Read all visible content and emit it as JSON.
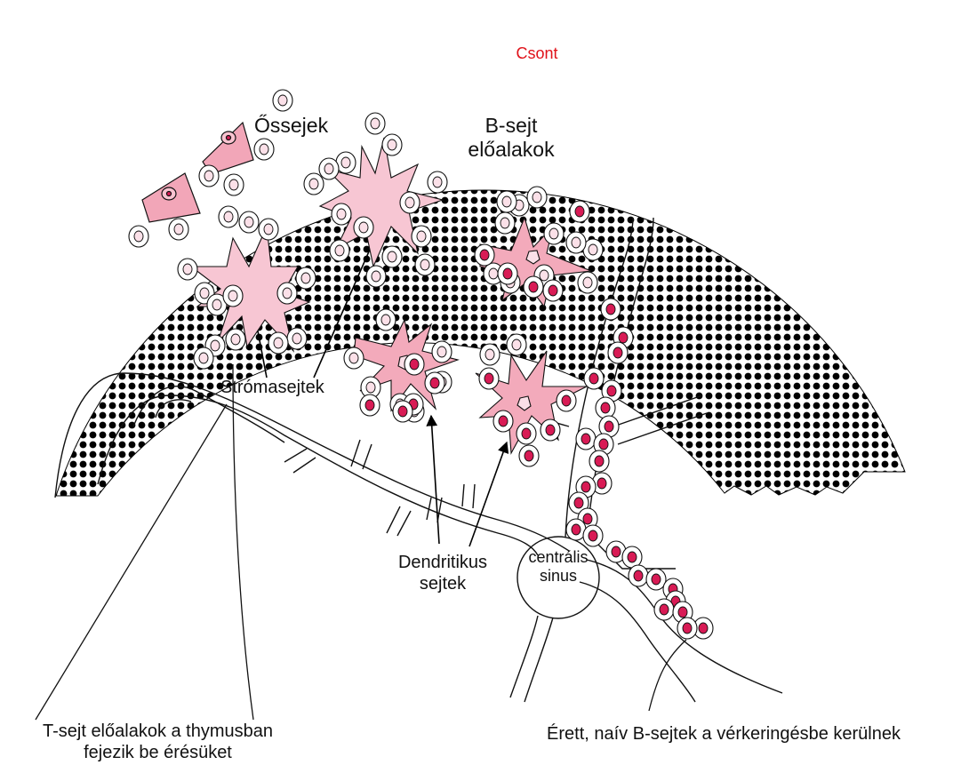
{
  "labels": {
    "bone": "Csont",
    "stem_cells": "Őssejek",
    "b_cell_precursors_line1": "B-sejt",
    "b_cell_precursors_line2": "előalakok",
    "stromal_cells": "Strómasejtek",
    "dendritic_line1": "Dendritikus",
    "dendritic_line2": "sejtek",
    "central_sinus_line1": "centrális",
    "central_sinus_line2": "sinus",
    "caption_left_line1": "T-sejt előalakok a thymusban",
    "caption_left_line2": "fejezik be érésüket",
    "caption_right": "Érett, naív B-sejtek a vérkeringésbe kerülnek"
  },
  "colors": {
    "bone_dots": "#000000",
    "stromal_fill": "#f7c6d3",
    "dendritic_fill": "#f3aabb",
    "stem_fill": "#f2a6b8",
    "mature_nucleus": "#d81b55",
    "precursor_nucleus": "#fbe0e8",
    "bone_label_text": "#e0121a"
  },
  "icons": {
    "bone": "dotted-arc",
    "cells": "round-cell-with-nucleus"
  }
}
